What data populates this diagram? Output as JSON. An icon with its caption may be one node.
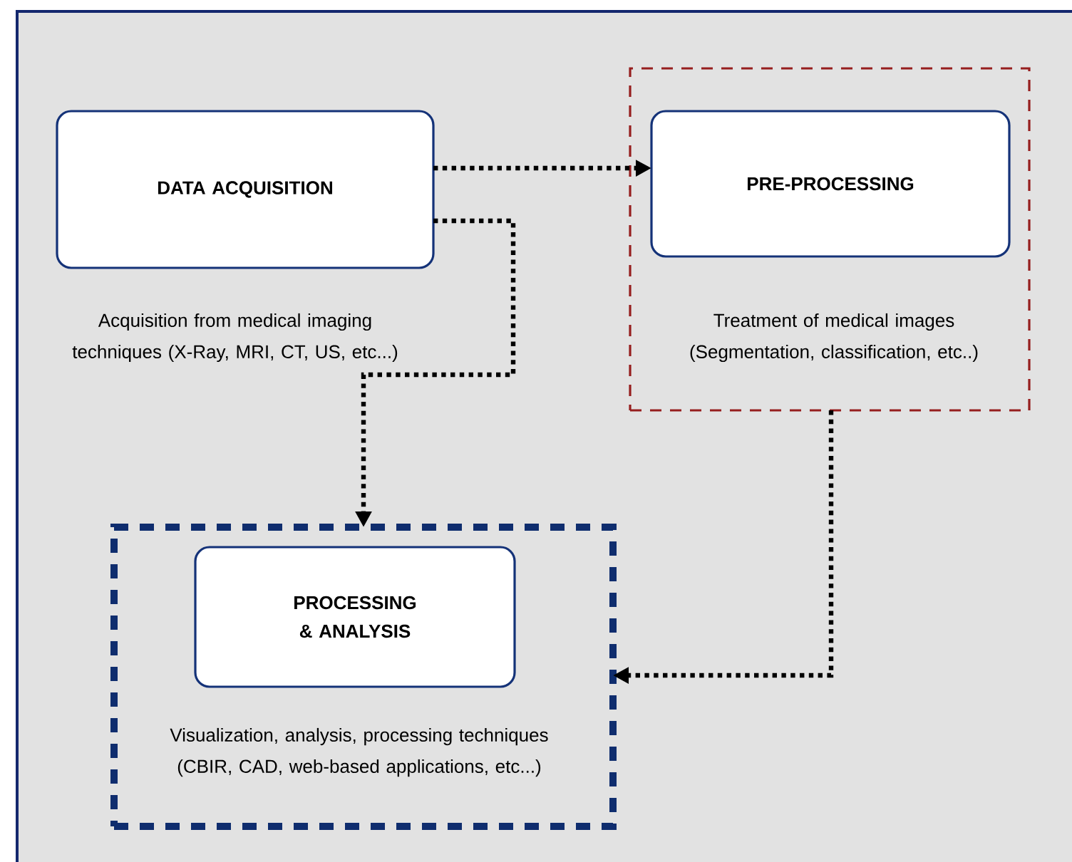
{
  "diagram": {
    "nodes": [
      {
        "text": [
          "DATA ACQUISITION"
        ],
        "beside": [
          "Acquisition from medical imaging techniques (X-Ray, MRI, CT, US, etc...)"
        ]
      },
      {
        "text": [
          "Treatment of medical images (Segmentation, classification, etc..)"
        ]
      },
      {
        "text": [
          "PRE-PROCESSING"
        ],
        "in": 1
      },
      {
        "text": [
          "Visualization, analysis, processing techniques (CBIR, CAD, web-based applications, etc...)"
        ]
      },
      {
        "text": [
          "PROCESSING & ANALYSIS"
        ],
        "in": 3
      }
    ],
    "edges": [
      {
        "from": 0,
        "to": 2,
        "arrow": "to"
      },
      {
        "from": 0,
        "to": 3,
        "arrow": "to"
      },
      {
        "from": 1,
        "to": 3,
        "arrow": "to"
      }
    ]
  }
}
